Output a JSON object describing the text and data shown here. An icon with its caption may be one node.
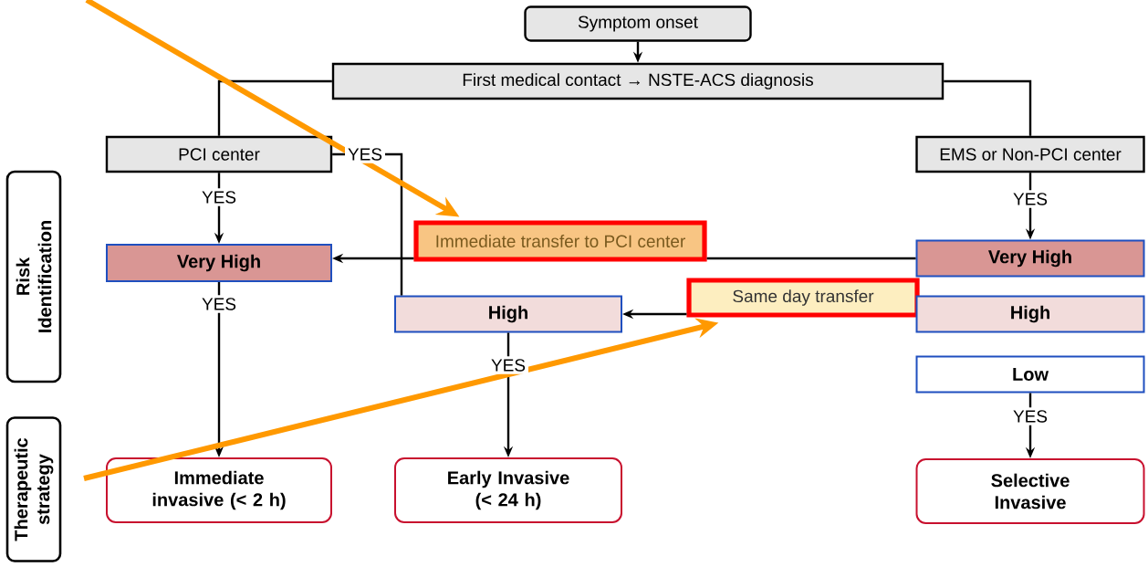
{
  "diagram": {
    "nodes": [
      {
        "text": [
          "Symptom onset"
        ]
      },
      {
        "text": [
          "First medical contact → NSTE-ACS diagnosis"
        ]
      },
      {
        "text": [
          "PCI center"
        ]
      },
      {
        "text": [
          "EMS or Non-PCI center"
        ]
      },
      {
        "text": [
          "Immediate transfer to PCI center"
        ]
      },
      {
        "text": [
          "Very High"
        ]
      },
      {
        "text": [
          "Very High"
        ]
      },
      {
        "text": [
          "High"
        ]
      },
      {
        "text": [
          "Same day transfer"
        ]
      },
      {
        "text": [
          "High"
        ]
      },
      {
        "text": [
          "Low"
        ]
      },
      {
        "text": [
          "Immediate invasive (< 2 h)"
        ]
      },
      {
        "text": [
          "Early Invasive (< 24 h)"
        ]
      },
      {
        "text": [
          "Selective Invasive"
        ]
      },
      {
        "text": [
          "Risk Identification"
        ]
      },
      {
        "text": [
          "Therapeutic strategy"
        ]
      }
    ],
    "edges": [
      {
        "from": 0,
        "to": 1,
        "arrow": "to"
      },
      {
        "from": 1,
        "to": 2,
        "arrow": "none"
      },
      {
        "from": 1,
        "to": 3,
        "arrow": "none"
      },
      {
        "from": 2,
        "to": 5,
        "arrow": "to",
        "label": "YES"
      },
      {
        "from": 2,
        "to": 7,
        "arrow": "none",
        "label": "YES"
      },
      {
        "from": 7,
        "to": 12,
        "arrow": "to",
        "label": "YES"
      },
      {
        "from": 5,
        "to": 11,
        "arrow": "to",
        "label": "YES"
      },
      {
        "from": 3,
        "to": 6,
        "arrow": "to",
        "label": "YES"
      },
      {
        "from": 6,
        "to": 4,
        "arrow": "none"
      },
      {
        "from": 4,
        "to": 5,
        "arrow": "to"
      },
      {
        "from": 8,
        "to": 7,
        "arrow": "to"
      },
      {
        "from": 10,
        "to": 13,
        "arrow": "to",
        "label": "YES"
      },
      {
        "from": null,
        "to": 4,
        "arrow": "to",
        "style": "thick",
        "color": "#ff9900"
      },
      {
        "from": null,
        "to": 8,
        "arrow": "to",
        "style": "thick",
        "color": "#ff9900"
      }
    ]
  }
}
